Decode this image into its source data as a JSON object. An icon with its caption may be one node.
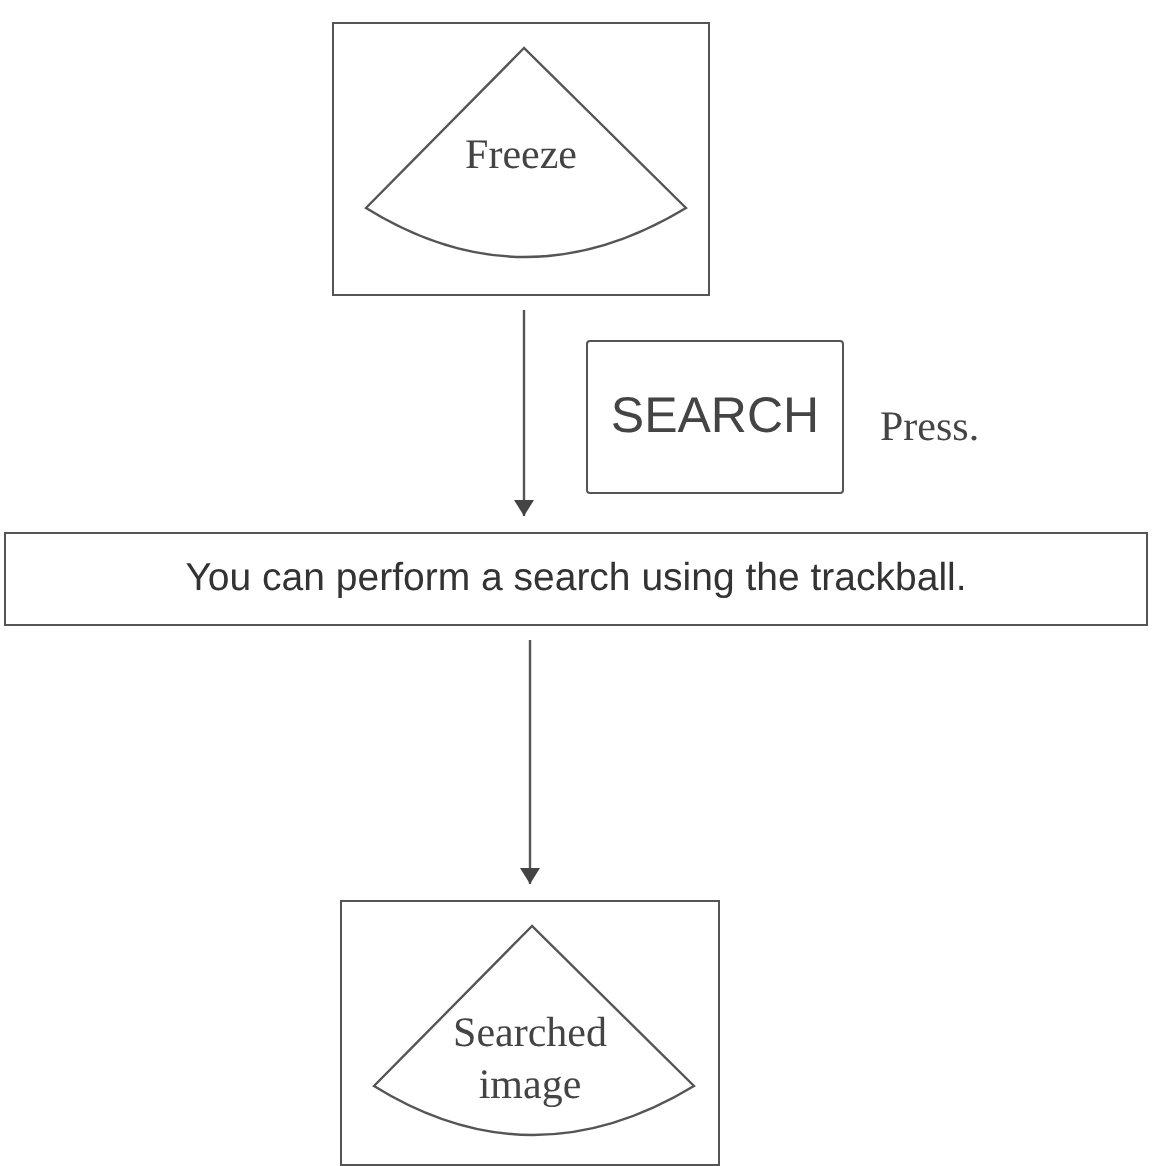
{
  "diagram": {
    "nodes": [
      {
        "text": [
          "Freeze"
        ]
      },
      {
        "text": [
          "SEARCH"
        ],
        "beside": [
          "Press."
        ]
      },
      {
        "text": [
          "You can perform a search using the trackball."
        ]
      },
      {
        "text": [
          "Searched image"
        ]
      }
    ],
    "edges": [
      {
        "from": 0,
        "to": 2,
        "arrow": "to"
      },
      {
        "from": 2,
        "to": 3,
        "arrow": "to"
      }
    ]
  }
}
